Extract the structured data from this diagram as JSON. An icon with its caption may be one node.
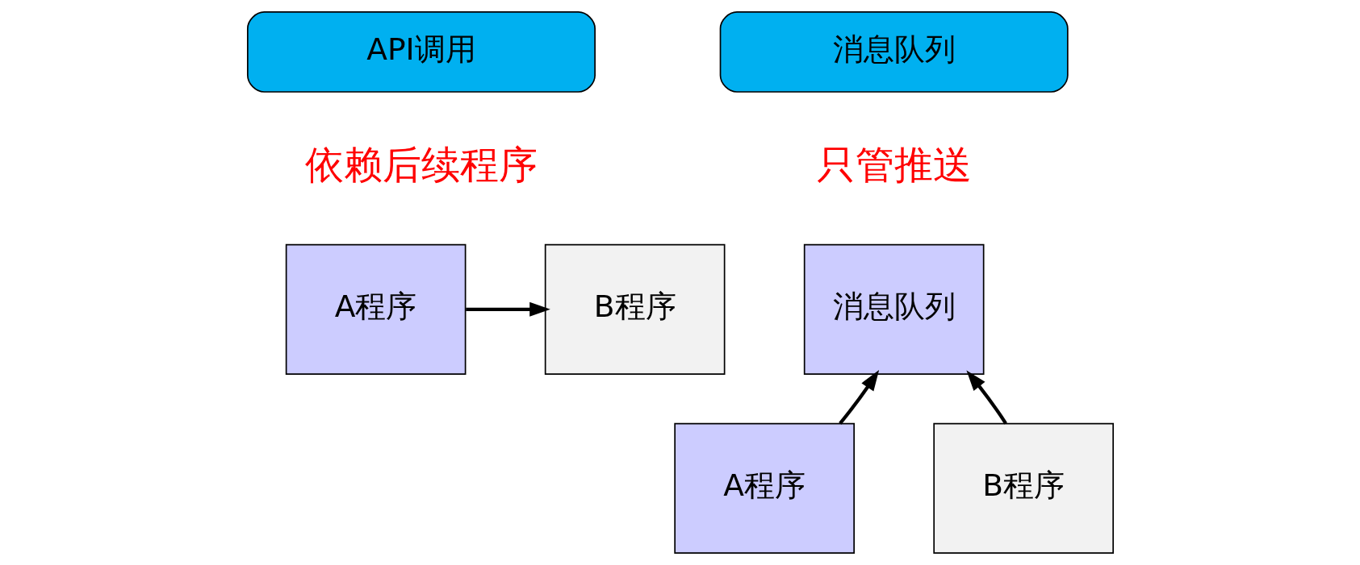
{
  "diagram": {
    "nodes": [
      {
        "text": [
          "API调用"
        ]
      },
      {
        "text": [
          "A程序"
        ]
      },
      {
        "text": [
          "B程序"
        ]
      },
      {
        "text": [
          "消息队列"
        ]
      },
      {
        "text": [
          "消息队列"
        ]
      },
      {
        "text": [
          "A程序"
        ]
      },
      {
        "text": [
          "B程序"
        ]
      }
    ],
    "edges": [
      {
        "from": 1,
        "to": 2,
        "arrow": "to"
      },
      {
        "from": 5,
        "to": 4,
        "arrow": "to"
      },
      {
        "from": 6,
        "to": 4,
        "arrow": "to"
      }
    ],
    "labels": [
      "依赖后续程序",
      "只管推送"
    ]
  }
}
